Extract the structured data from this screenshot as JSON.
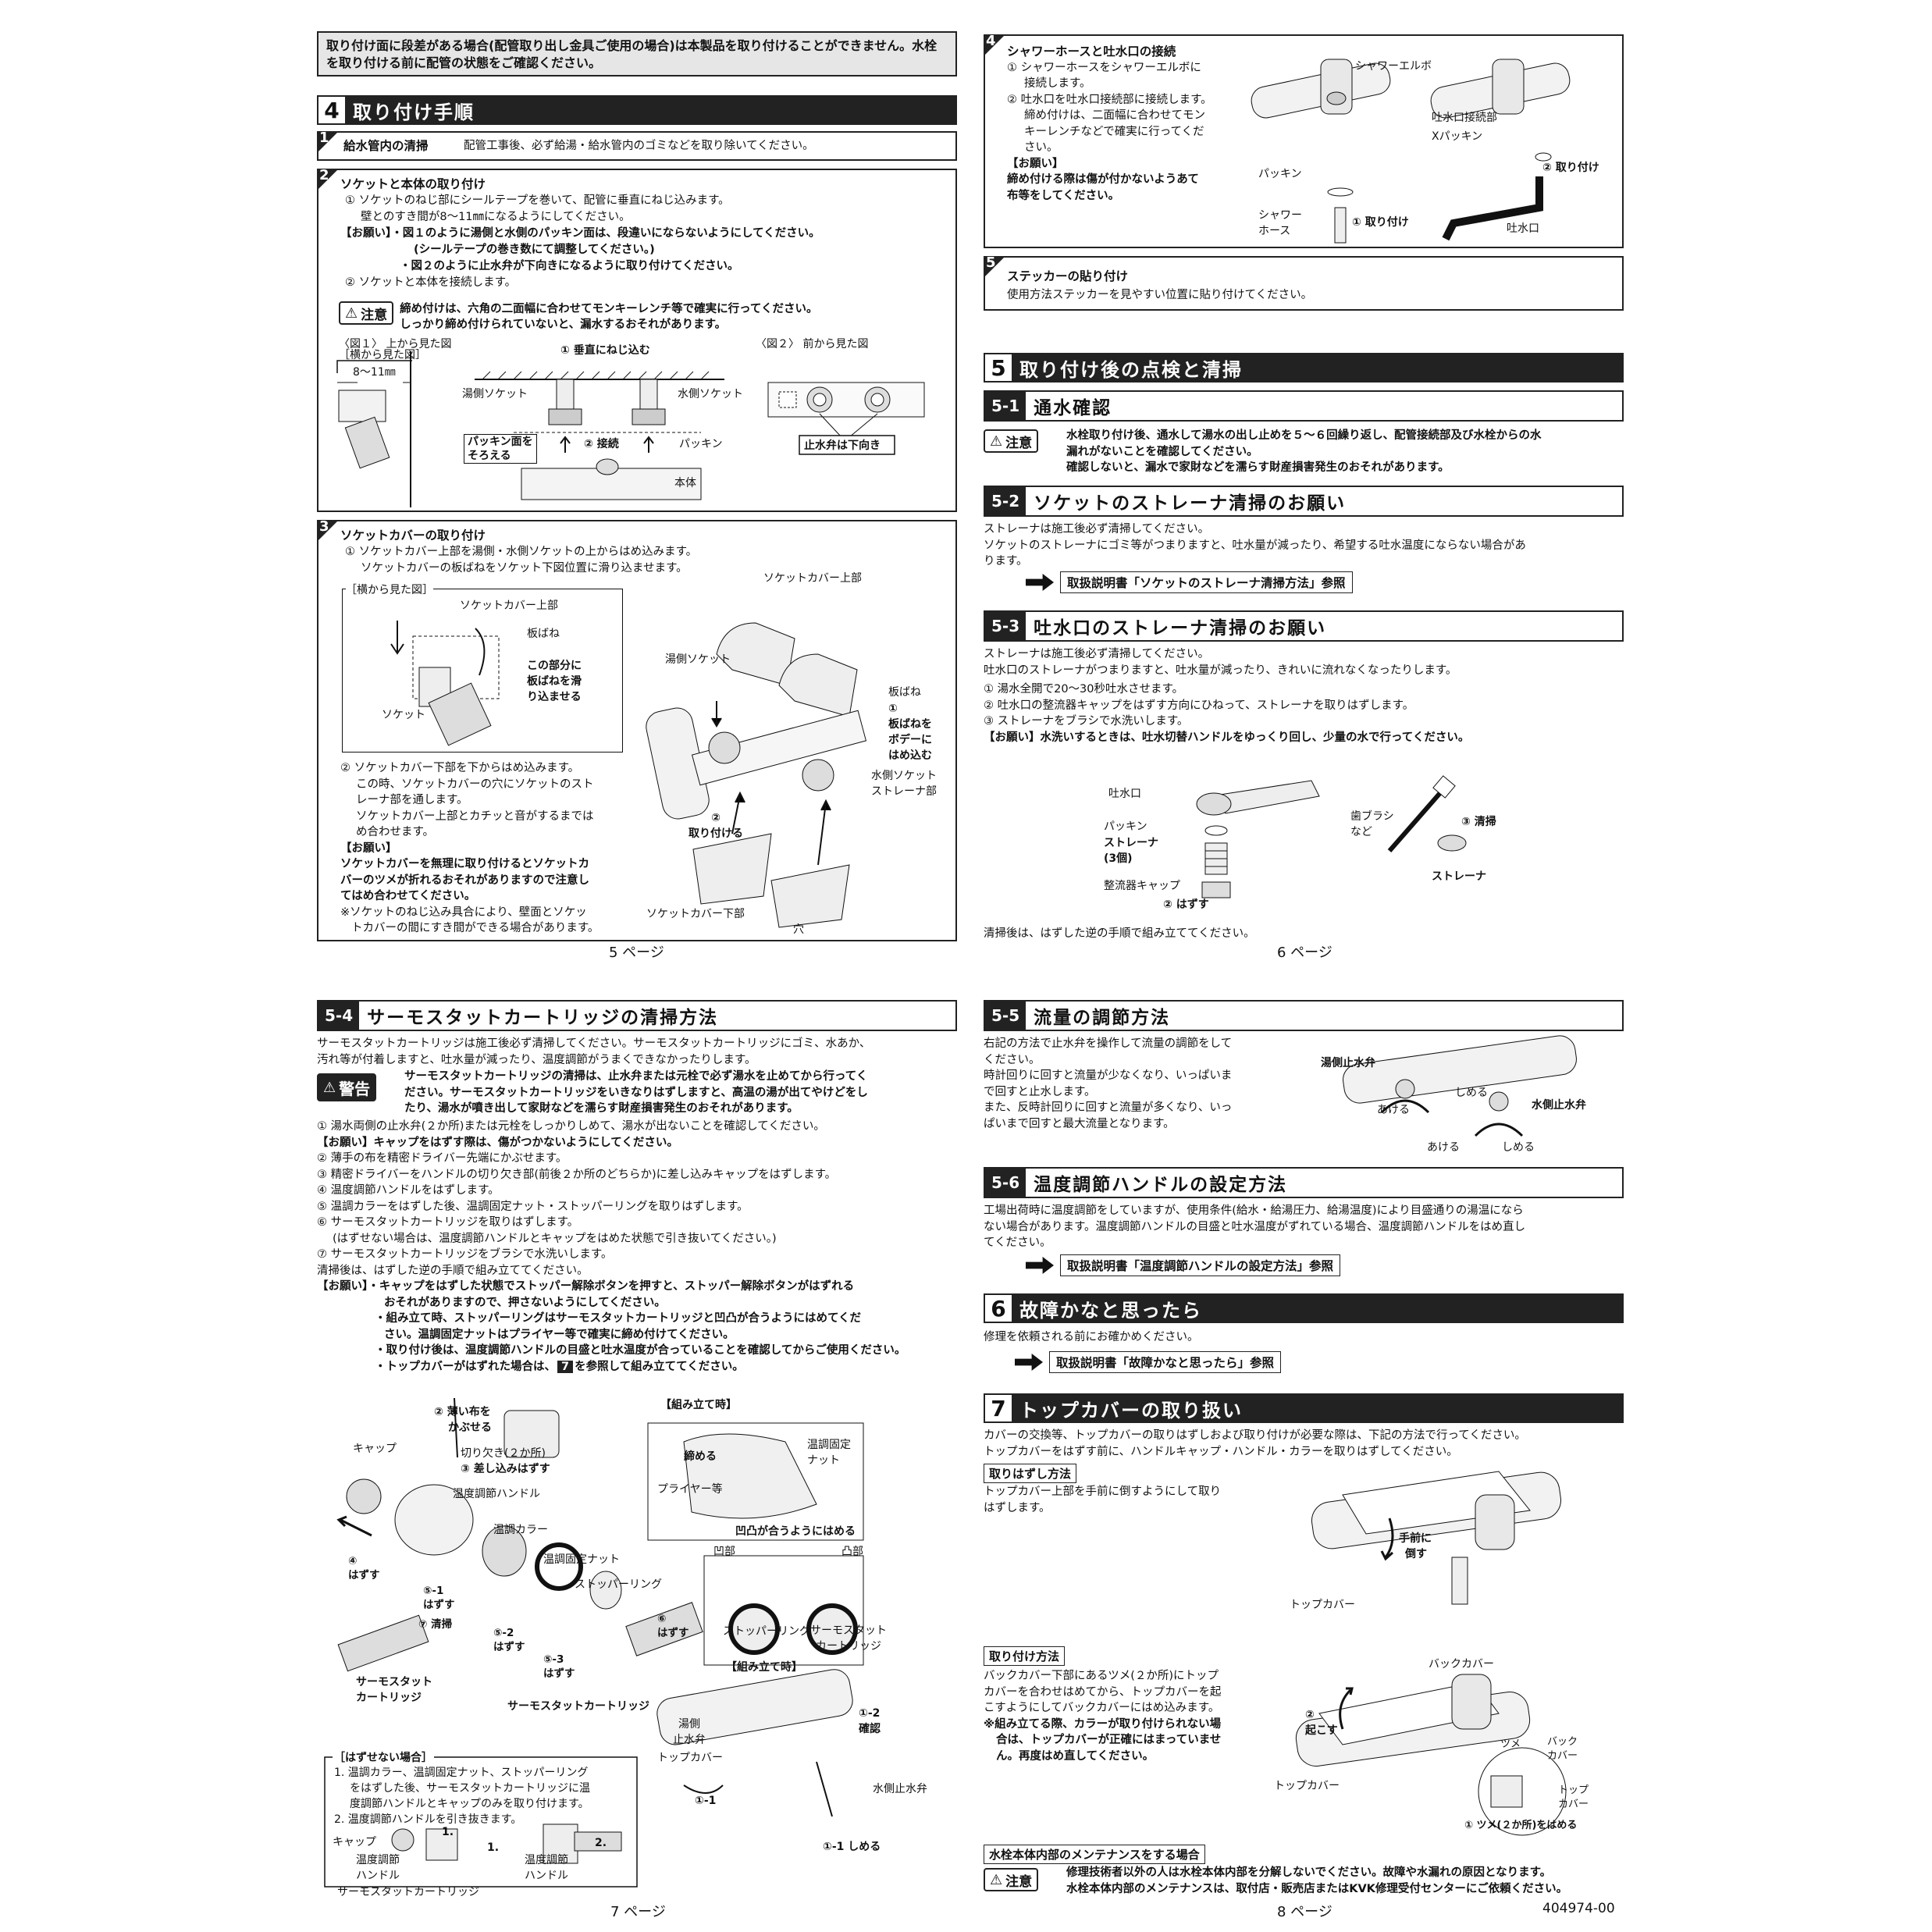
{
  "page5": {
    "notice": "取り付け面に段差がある場合(配管取り出し金具ご使用の場合)は本製品を取り付けることができません。水栓を取り付ける前に配管の状態をご確認ください。",
    "section4": {
      "num": "4",
      "title": "取り付け手順"
    },
    "step1": {
      "num": "1",
      "title": "給水管内の清掃",
      "text": "配管工事後、必ず給湯・給水管内のゴミなどを取り除いてください。"
    },
    "step2": {
      "num": "2",
      "title": "ソケットと本体の取り付け",
      "l1": "① ソケットのねじ部にシールテープを巻いて、配管に垂直にねじ込みます。",
      "l2": "壁とのすき間が8〜11㎜になるようにしてください。",
      "l3": "【お願い】・図１のように湯側と水側のパッキン面は、段違いにならないようにしてください。",
      "l4": "(シールテープの巻き数にて調整してください。)",
      "l5": "・図２のように止水弁が下向きになるように取り付けてください。",
      "l6": "② ソケットと本体を接続します。",
      "caution_tag": "注意",
      "caution1": "締め付けは、六角の二面幅に合わせてモンキーレンチ等で確実に行ってください。",
      "caution2": "しっかり締め付けられていないと、漏水するおそれがあります。",
      "fig1": "〈図１〉 上から見た図",
      "fig2": "〈図２〉 前から見た図",
      "side_view": "［横から見た図］",
      "dim": "8〜11㎜",
      "lbl_vertical": "① 垂直にねじ込む",
      "lbl_hot_socket": "湯側ソケット",
      "lbl_cold_socket": "水側ソケット",
      "lbl_connect": "② 接続",
      "lbl_packing": "パッキン",
      "lbl_align1": "パッキン面を",
      "lbl_align2": "そろえる",
      "lbl_body": "本体",
      "lbl_valve_down": "止水弁は下向き"
    },
    "step3": {
      "num": "3",
      "title": "ソケットカバーの取り付け",
      "l1": "① ソケットカバー上部を湯側・水側ソケットの上からはめ込みます。",
      "l2": "ソケットカバーの板ばねをソケット下図位置に滑り込ませます。",
      "side_view": "［横から見た図］",
      "lbl_cover_top": "ソケットカバー上部",
      "lbl_spring": "板ばね",
      "lbl_slide1": "この部分に",
      "lbl_slide2": "板ばねを滑",
      "lbl_slide3": "り込ませる",
      "lbl_socket": "ソケット",
      "l3": "② ソケットカバー下部を下からはめ込みます。",
      "l4": "この時、ソケットカバーの穴にソケットのスト",
      "l5": "レーナ部を通します。",
      "l6": "ソケットカバー上部とカチッと音がするまでは",
      "l7": "め合わせます。",
      "req": "【お願い】",
      "r1": "ソケットカバーを無理に取り付けるとソケットカ",
      "r2": "バーのツメが折れるおそれがありますので注意し",
      "r3": "てはめ合わせてください。",
      "n1": "※ソケットのねじ込み具合により、壁面とソケッ",
      "n2": "トカバーの間にすき間ができる場合があります。",
      "f_cover_top": "ソケットカバー上部",
      "f_hot_socket": "湯側ソケット",
      "f_spring": "板ばね",
      "f_fit1": "①",
      "f_fit2": "板ばねを",
      "f_fit3": "ボデーに",
      "f_fit4": "はめ込む",
      "f_cold1": "水側ソケット",
      "f_cold2": "ストレーナ部",
      "f_attach1": "②",
      "f_attach2": "取り付ける",
      "f_cover_bottom": "ソケットカバー下部",
      "f_hole": "穴"
    },
    "page": "5 ページ"
  },
  "page6": {
    "step4": {
      "num": "4",
      "title": "シャワーホースと吐水口の接続",
      "l1": "① シャワーホースをシャワーエルボに",
      "l2": "接続します。",
      "l3": "② 吐水口を吐水口接続部に接続します。",
      "l4": "締め付けは、二面幅に合わせてモン",
      "l5": "キーレンチなどで確実に行ってくだ",
      "l6": "さい。",
      "req": "【お願い】",
      "r1": "締め付ける際は傷が付かないようあて",
      "r2": "布等をしてください。",
      "f_elbow": "シャワーエルボ",
      "f_spout_conn": "吐水口接続部",
      "f_xpacking": "Xパッキン",
      "f_packing": "パッキン",
      "f_hose1": "シャワー",
      "f_hose2": "ホース",
      "f_attach1": "① 取り付け",
      "f_attach2": "② 取り付け",
      "f_spout": "吐水口"
    },
    "step5": {
      "num": "5",
      "title": "ステッカーの貼り付け",
      "text": "使用方法ステッカーを見やすい位置に貼り付けてください。"
    },
    "section5": {
      "num": "5",
      "title": "取り付け後の点検と清掃"
    },
    "s51": {
      "num": "5-1",
      "title": "通水確認",
      "tag": "注意",
      "c1": "水栓取り付け後、通水して湯水の出し止めを５〜６回繰り返し、配管接続部及び水栓からの水",
      "c2": "漏れがないことを確認してください。",
      "c3": "確認しないと、漏水で家財などを濡らす財産損害発生のおそれがあります。"
    },
    "s52": {
      "num": "5-2",
      "title": "ソケットのストレーナ清掃のお願い",
      "t1": "ストレーナは施工後必ず清掃してください。",
      "t2": "ソケットのストレーナにゴミ等がつまりますと、吐水量が減ったり、希望する吐水温度にならない場合があ",
      "t3": "ります。",
      "ref": "取扱説明書「ソケットのストレーナ清掃方法」参照"
    },
    "s53": {
      "num": "5-3",
      "title": "吐水口のストレーナ清掃のお願い",
      "t1": "ストレーナは施工後必ず清掃してください。",
      "t2": "吐水口のストレーナがつまりますと、吐水量が減ったり、きれいに流れなくなったりします。",
      "t3": "① 湯水全開で20〜30秒吐水させます。",
      "t4": "② 吐水口の整流器キャップをはずす方向にひねって、ストレーナを取りはずします。",
      "t5": "③ ストレーナをブラシで水洗いします。",
      "t6": "【お願い】水洗いするときは、吐水切替ハンドルをゆっくり回し、少量の水で行ってください。",
      "f_spout": "吐水口",
      "f_packing": "パッキン",
      "f_strainer1": "ストレーナ",
      "f_strainer2": "(3個)",
      "f_cap": "整流器キャップ",
      "f_remove": "② はずす",
      "f_brush1": "歯ブラシ",
      "f_brush2": "など",
      "f_clean": "③ 清掃",
      "f_strainer": "ストレーナ",
      "after": "清掃後は、はずした逆の手順で組み立ててください。"
    },
    "page": "6 ページ"
  },
  "page7": {
    "s54": {
      "num": "5-4",
      "title": "サーモスタットカートリッジの清掃方法",
      "t1": "サーモスタットカートリッジは施工後必ず清掃してください。サーモスタットカートリッジにゴミ、水あか、",
      "t2": "汚れ等が付着しますと、吐水量が減ったり、温度調節がうまくできなかったりします。",
      "warn_tag": "警告",
      "w1": "サーモスタットカートリッジの清掃は、止水弁または元栓で必ず湯水を止めてから行ってく",
      "w2": "ださい。サーモスタットカートリッジをいきなりはずしますと、高温の湯が出てやけどをし",
      "w3": "たり、湯水が噴き出して家財などを濡らす財産損害発生のおそれがあります。",
      "s1": "① 湯水両側の止水弁(２か所)または元栓をしっかりしめて、湯水が出ないことを確認してください。",
      "s2": "【お願い】キャップをはずす際は、傷がつかないようにしてください。",
      "s3": "② 薄手の布を精密ドライバー先端にかぶせます。",
      "s4": "③ 精密ドライバーをハンドルの切り欠き部(前後２か所のどちらか)に差し込みキャップをはずします。",
      "s5": "④ 温度調節ハンドルをはずします。",
      "s6": "⑤ 温調カラーをはずした後、温調固定ナット・ストッパーリングを取りはずします。",
      "s7": "⑥ サーモスタットカートリッジを取りはずします。",
      "s8": "(はずせない場合は、温度調節ハンドルとキャップをはめた状態で引き抜いてください。)",
      "s9": "⑦ サーモスタットカートリッジをブラシで水洗いします。",
      "s10": "清掃後は、はずした逆の手順で組み立ててください。",
      "r1": "【お願い】・キャップをはずした状態でストッパー解除ボタンを押すと、ストッパー解除ボタンがはずれる",
      "r2": "おそれがありますので、押さないようにしてください。",
      "r3": "・組み立て時、ストッパーリングはサーモスタットカートリッジと凹凸が合うようにはめてくだ",
      "r4": "さい。温調固定ナットはプライヤー等で確実に締め付けてください。",
      "r5": "・取り付け後は、温度調節ハンドルの目盛と吐水温度が合っていることを確認してからご使用ください。",
      "r6a": "・トップカバーがはずれた場合は、",
      "r6num": "7",
      "r6b": "を参照して組み立ててください。",
      "f_cloth1": "② 薄い布を",
      "f_cloth2": "かぶせる",
      "f_notch": "切り欠き(２か所)",
      "f_insert": "③ 差し込みはずす",
      "f_cap": "キャップ",
      "f_handle": "温度調節ハンドル",
      "f_collar": "温調カラー",
      "f_nut": "温調固定ナット",
      "f_ring": "ストッパーリング",
      "f_r4a": "④",
      "f_r4b": "はずす",
      "f_r51a": "⑤-1",
      "f_r51b": "はずす",
      "f_r52a": "⑤-2",
      "f_r52b": "はずす",
      "f_r53a": "⑤-3",
      "f_r53b": "はずす",
      "f_r6a": "⑥",
      "f_r6b": "はずす",
      "f_clean": "⑦ 清掃",
      "f_thermo1": "サーモスタット",
      "f_thermo2": "カートリッジ",
      "f_thermo3": "サーモスタットカートリッジ",
      "f_assembly": "【組み立て時】",
      "f_tighten": "締める",
      "f_nut2a": "温調固定",
      "f_nut2b": "ナット",
      "f_plier": "プライヤー等",
      "f_fit": "凹凸が合うようにはめる",
      "f_concave": "凹部",
      "f_convex": "凸部",
      "f_ring2": "ストッパーリング",
      "f_cart_a": "サーモスタット",
      "f_cart_b": "カートリッジ",
      "f_assembly2": "【組み立て時】",
      "f_hotvalve1": "湯側",
      "f_hotvalve2": "止水弁",
      "f_topcover": "トップカバー",
      "f_check1": "①-2",
      "f_check2": "確認",
      "f_coldvalve": "水側止水弁",
      "f_c1": "①-1",
      "f_c2": "①-1 しめる",
      "cant_title": "［はずせない場合］",
      "cant1": "1. 温調カラー、温調固定ナット、ストッパーリング",
      "cant2": "をはずした後、サーモスタットカートリッジに温",
      "cant3": "度調節ハンドルとキャップのみを取り付けます。",
      "cant4": "2. 温度調節ハンドルを引き抜きます。",
      "cant_cap": "キャップ",
      "cant_one": "1.",
      "cant_one2": "1.",
      "cant_two": "2.",
      "cant_h1": "温度調節",
      "cant_h2": "ハンドル",
      "cant_h3": "温度調節",
      "cant_h4": "ハンドル",
      "cant_cart": "サーモスタットカートリッジ"
    },
    "page": "7 ページ"
  },
  "page8": {
    "s55": {
      "num": "5-5",
      "title": "流量の調節方法",
      "t1": "右記の方法で止水弁を操作して流量の調節をして",
      "t2": "ください。",
      "t3": "時計回りに回すと流量が少なくなり、いっぱいま",
      "t4": "で回すと止水します。",
      "t5": "また、反時計回りに回すと流量が多くなり、いっ",
      "t6": "ぱいまで回すと最大流量となります。",
      "f_hot": "湯側止水弁",
      "f_cold": "水側止水弁",
      "f_open1": "あける",
      "f_close1": "しめる",
      "f_open2": "あける",
      "f_close2": "しめる"
    },
    "s56": {
      "num": "5-6",
      "title": "温度調節ハンドルの設定方法",
      "t1": "工場出荷時に温度調節をしていますが、使用条件(給水・給湯圧力、給湯温度)により目盛通りの湯温になら",
      "t2": "ない場合があります。温度調節ハンドルの目盛と吐水温度がずれている場合、温度調節ハンドルをはめ直し",
      "t3": "てください。",
      "ref": "取扱説明書「温度調節ハンドルの設定方法」参照"
    },
    "section6": {
      "num": "6",
      "title": "故障かなと思ったら",
      "text": "修理を依頼される前にお確かめください。",
      "ref": "取扱説明書「故障かなと思ったら」参照"
    },
    "section7": {
      "num": "7",
      "title": "トップカバーの取り扱い",
      "t1": "カバーの交換等、トップカバーの取りはずしおよび取り付けが必要な際は、下記の方法で行ってください。",
      "t2": "トップカバーをはずす前に、ハンドルキャップ・ハンドル・カラーを取りはずしてください。",
      "remove_title": "取りはずし方法",
      "rm1": "トップカバー上部を手前に倒すようにして取り",
      "rm2": "はずします。",
      "f_tilt1": "手前に",
      "f_tilt2": "倒す",
      "f_topcover": "トップカバー",
      "attach_title": "取り付け方法",
      "at1": "バックカバー下部にあるツメ(２か所)にトップ",
      "at2": "カバーを合わせはめてから、トップカバーを起",
      "at3": "こすようにしてバックカバーにはめ込みます。",
      "at4": "※組み立てる際、カラーが取り付けられない場",
      "at5": "合は、トップカバーが正確にはまっていませ",
      "at6": "ん。再度はめ直してください。",
      "f_backcover": "バックカバー",
      "f_raise1": "②",
      "f_raise2": "起こす",
      "f_topcover2": "トップカバー",
      "f_tab": "ツメ",
      "f_back1": "バック",
      "f_back2": "カバー",
      "f_top1": "トップ",
      "f_top2": "カバー",
      "f_fit": "① ツメ(２か所)をはめる"
    },
    "maint": {
      "title": "水栓本体内部のメンテナンスをする場合",
      "tag": "注意",
      "m1": "修理技術者以外の人は水栓本体内部を分解しないでください。故障や水漏れの原因となります。",
      "m2": "水栓本体内部のメンテナンスは、取付店・販売店またはKVK修理受付センターにご依頼ください。"
    },
    "page": "8 ページ",
    "docno": "404974-00"
  },
  "colors": {
    "ink": "#111111",
    "header_bg": "#222222",
    "notice_bg": "#e6e6e6"
  }
}
